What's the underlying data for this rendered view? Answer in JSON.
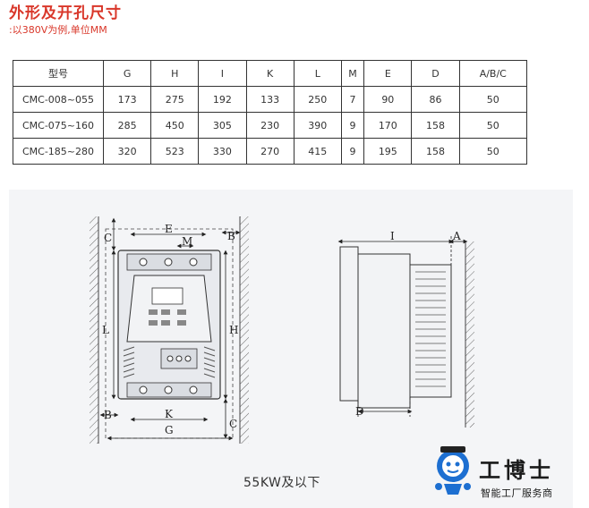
{
  "header": {
    "title": "外形及开孔尺寸",
    "note": ":以380V为例,单位MM"
  },
  "table": {
    "columns": [
      "型号",
      "G",
      "H",
      "I",
      "K",
      "L",
      "M",
      "E",
      "D",
      "A/B/C"
    ],
    "rows": [
      [
        "CMC-008~055",
        "173",
        "275",
        "192",
        "133",
        "250",
        "7",
        "90",
        "86",
        "50"
      ],
      [
        "CMC-075~160",
        "285",
        "450",
        "305",
        "230",
        "390",
        "9",
        "170",
        "158",
        "50"
      ],
      [
        "CMC-185~280",
        "320",
        "523",
        "330",
        "270",
        "415",
        "9",
        "195",
        "158",
        "50"
      ]
    ]
  },
  "drawing": {
    "front_labels": {
      "c_top": "C",
      "e": "E",
      "m": "M",
      "b_top": "B",
      "l": "L",
      "h": "H",
      "b_bottom": "B",
      "k": "K",
      "g": "G",
      "c_bottom": "C"
    },
    "side_labels": {
      "i": "I",
      "a": "A",
      "d": "D"
    },
    "caption": "55KW及以下"
  },
  "logo": {
    "name": "工博士",
    "tagline": "智能工厂服务商",
    "icon": "robot-mascot-icon"
  },
  "colors": {
    "title": "#d9372a",
    "panel": "#f4f5f7",
    "line": "#333333",
    "logo_blue": "#1d6fd1"
  }
}
